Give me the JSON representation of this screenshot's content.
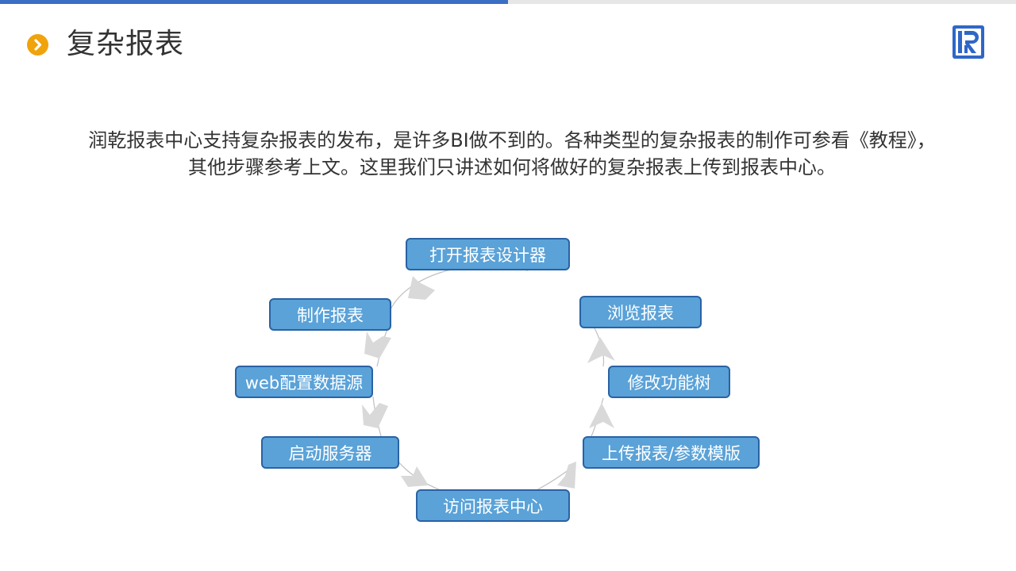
{
  "header": {
    "title": "复杂报表",
    "bullet_icon": "chevron-right-icon",
    "logo_icon": "r-logo-icon",
    "accent_color": "#3a6fc4",
    "bullet_color": "#f0a30a"
  },
  "intro": {
    "text": "润乾报表中心支持复杂报表的发布，是许多BI做不到的。各种类型的复杂报表的制作可参看《教程》，其他步骤参考上文。这里我们只讲述如何将做好的复杂报表上传到报表中心。"
  },
  "flow": {
    "node_color": "#5aa2d8",
    "node_border": "#2a62a4",
    "steps": [
      "打开报表设计器",
      "制作报表",
      "web配置数据源",
      "启动服务器",
      "访问报表中心",
      "上传报表/参数模版",
      "修改功能树",
      "浏览报表"
    ]
  }
}
